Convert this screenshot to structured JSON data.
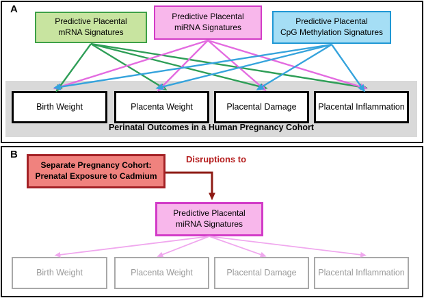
{
  "colors": {
    "mrna_fill": "#C8E4A0",
    "mrna_border": "#3DA047",
    "mrna_line": "#2E9E57",
    "mirna_fill": "#F8B7EB",
    "mirna_border": "#D23BC7",
    "mirna_line": "#E36BE0",
    "cpg_fill": "#A5DEF5",
    "cpg_border": "#1F97D4",
    "cpg_line": "#35A3DC",
    "cadmium_fill": "#F0827E",
    "cadmium_border": "#A32125",
    "disruption_arrow": "#8E1B14",
    "disruption_text": "#B51E1E",
    "faded_line": "#F0A8EE",
    "gray_band": "#D9D9D9",
    "faded_box_border": "#A8A8A8",
    "faded_box_text": "#9A9A9A"
  },
  "panel_a": {
    "label": "A",
    "signatures": [
      {
        "id": "mrna",
        "line1": "Predictive Placental",
        "line2": "mRNA Signatures"
      },
      {
        "id": "mirna",
        "line1": "Predictive Placental",
        "line2": "miRNA Signatures"
      },
      {
        "id": "cpg",
        "line1": "Predictive Placental",
        "line2": "CpG Methylation Signatures"
      }
    ],
    "outcomes": [
      "Birth Weight",
      "Placenta Weight",
      "Placental Damage",
      "Placental Inflammation"
    ],
    "caption": "Perinatal Outcomes in a Human Pregnancy Cohort",
    "edges": [
      {
        "from": "mrna",
        "to": 0
      },
      {
        "from": "mrna",
        "to": 1
      },
      {
        "from": "mrna",
        "to": 2
      },
      {
        "from": "mrna",
        "to": 3
      },
      {
        "from": "mirna",
        "to": 0
      },
      {
        "from": "mirna",
        "to": 1
      },
      {
        "from": "mirna",
        "to": 2
      },
      {
        "from": "mirna",
        "to": 3
      },
      {
        "from": "cpg",
        "to": 0
      },
      {
        "from": "cpg",
        "to": 1
      },
      {
        "from": "cpg",
        "to": 2
      },
      {
        "from": "cpg",
        "to": 3
      }
    ]
  },
  "panel_b": {
    "label": "B",
    "cadmium": {
      "line1": "Separate Pregnancy Cohort:",
      "line2": "Prenatal Exposure to Cadmium"
    },
    "disruption_label": "Disruptions to",
    "mirna": {
      "line1": "Predictive Placental",
      "line2": "miRNA Signatures"
    },
    "outcomes": [
      "Birth Weight",
      "Placenta Weight",
      "Placental Damage",
      "Placental Inflammation"
    ],
    "edges": [
      {
        "from": "mirna",
        "to": 0
      },
      {
        "from": "mirna",
        "to": 1
      },
      {
        "from": "mirna",
        "to": 2
      },
      {
        "from": "mirna",
        "to": 3
      }
    ]
  }
}
